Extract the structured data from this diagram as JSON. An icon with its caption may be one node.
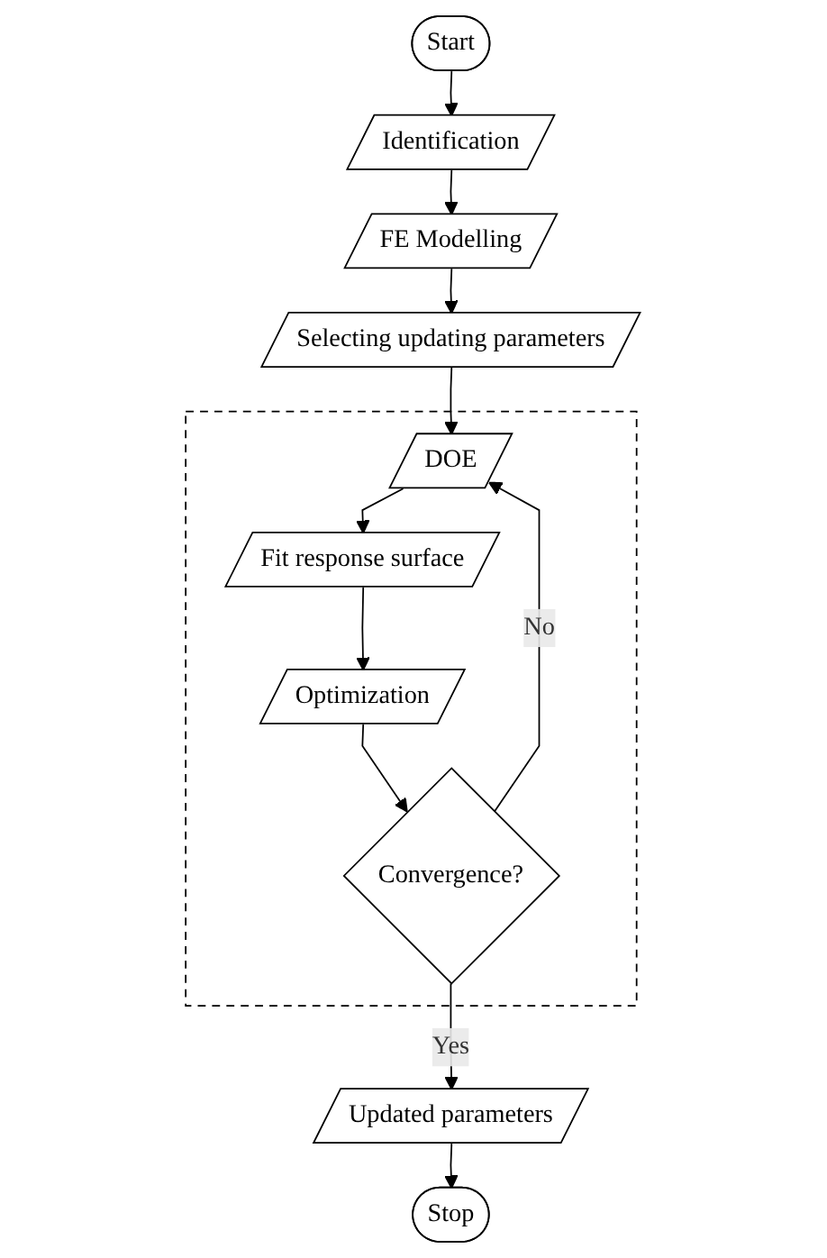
{
  "diagram": {
    "nodes": [
      {
        "text": [
          "Start"
        ]
      },
      {
        "text": [
          "Identification"
        ]
      },
      {
        "text": [
          "FE Modelling"
        ]
      },
      {
        "text": [
          "Selecting updating parameters"
        ]
      },
      {
        "text": [],
        "shape": "box"
      },
      {
        "text": [
          "DOE"
        ],
        "in": 4
      },
      {
        "text": [
          "Fit response surface"
        ],
        "in": 4
      },
      {
        "text": [
          "Optimization"
        ],
        "in": 4
      },
      {
        "text": [
          "Convergence?"
        ],
        "in": 4
      },
      {
        "text": [
          "Updated parameters"
        ]
      },
      {
        "text": [
          "Stop"
        ]
      }
    ],
    "edges": [
      {
        "from": 0,
        "to": 1,
        "arrow": "to"
      },
      {
        "from": 1,
        "to": 2,
        "arrow": "to"
      },
      {
        "from": 2,
        "to": 3,
        "arrow": "to"
      },
      {
        "from": 3,
        "to": 5,
        "arrow": "to"
      },
      {
        "from": 5,
        "to": 6,
        "arrow": "to"
      },
      {
        "from": 6,
        "to": 7,
        "arrow": "to"
      },
      {
        "from": 7,
        "to": 8,
        "arrow": "to"
      },
      {
        "from": 8,
        "to": 5,
        "label": "No",
        "arrow": "to"
      },
      {
        "from": 8,
        "to": 9,
        "label": "Yes",
        "arrow": "to"
      },
      {
        "from": 9,
        "to": 10,
        "arrow": "to"
      }
    ]
  }
}
